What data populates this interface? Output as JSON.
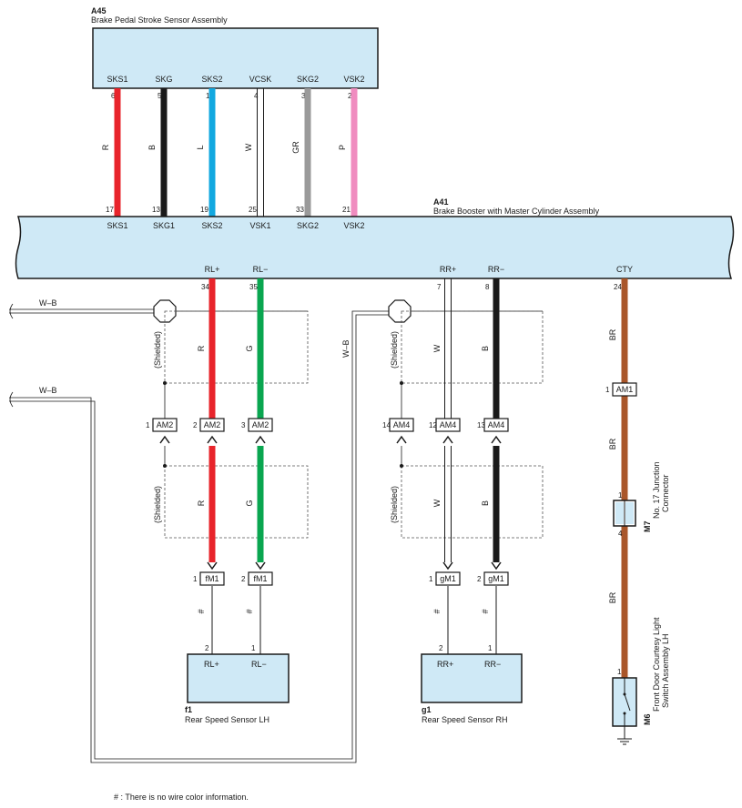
{
  "modules": {
    "a45": {
      "code": "A45",
      "name": "Brake Pedal Stroke Sensor Assembly",
      "terminals": [
        "SKS1",
        "SKG",
        "SKS2",
        "VCSK",
        "SKG2",
        "VSK2"
      ],
      "pins": [
        "6",
        "5",
        "1",
        "4",
        "3",
        "2"
      ]
    },
    "a41": {
      "code": "A41",
      "name": "Brake Booster with Master Cylinder Assembly",
      "top_terminals": [
        "SKS1",
        "SKG1",
        "SKS2",
        "VSK1",
        "SKG2",
        "VSK2"
      ],
      "top_pins": [
        "17",
        "13",
        "19",
        "25",
        "33",
        "21"
      ],
      "bottom_terminals": [
        "RL+",
        "RL−",
        "RR+",
        "RR−",
        "CTY"
      ],
      "bottom_pins": [
        "34",
        "35",
        "7",
        "8",
        "24"
      ]
    },
    "f1": {
      "code": "f1",
      "name": "Rear Speed Sensor LH",
      "terminals": [
        "RL+",
        "RL−"
      ],
      "pins": [
        "2",
        "1"
      ]
    },
    "g1": {
      "code": "g1",
      "name": "Rear Speed Sensor RH",
      "terminals": [
        "RR+",
        "RR−"
      ],
      "pins": [
        "2",
        "1"
      ]
    },
    "m7": {
      "code": "M7",
      "name_line1": "No. 17 Junction",
      "name_line2": "Connector",
      "pins": [
        "1",
        "4"
      ]
    },
    "m6": {
      "code": "M6",
      "name_line1": "Front Door Courtesy Light",
      "name_line2": "Switch Assembly LH",
      "pin": "1"
    }
  },
  "wires": {
    "top_colors": [
      "R",
      "B",
      "L",
      "W",
      "GR",
      "P"
    ],
    "ground_labels": [
      "W–B",
      "W–B",
      "W–B"
    ],
    "shielded_label": "(Shielded)",
    "left_colors": [
      "R",
      "G"
    ],
    "right_colors": [
      "W",
      "B"
    ],
    "cty_color": "BR",
    "no_color_mark": "#"
  },
  "connectors": {
    "am2": {
      "label": "AM2",
      "pins": [
        "1",
        "2",
        "3"
      ]
    },
    "am4": {
      "label": "AM4",
      "pins": [
        "14",
        "12",
        "13"
      ]
    },
    "am1": {
      "label": "AM1",
      "pin": "1"
    },
    "fm1": {
      "label": "fM1",
      "pins": [
        "1",
        "2"
      ]
    },
    "gm1": {
      "label": "gM1",
      "pins": [
        "1",
        "2"
      ]
    }
  },
  "footnote": "# : There is no wire color information.",
  "colors": {
    "R": "#e8242b",
    "B": "#1a1a1a",
    "L": "#12a8e0",
    "W": "#ffffff",
    "GR": "#9a9a9a",
    "P": "#f08cc0",
    "G": "#0aa650",
    "BR": "#a9562a",
    "module_fill": "#cfe9f6"
  }
}
